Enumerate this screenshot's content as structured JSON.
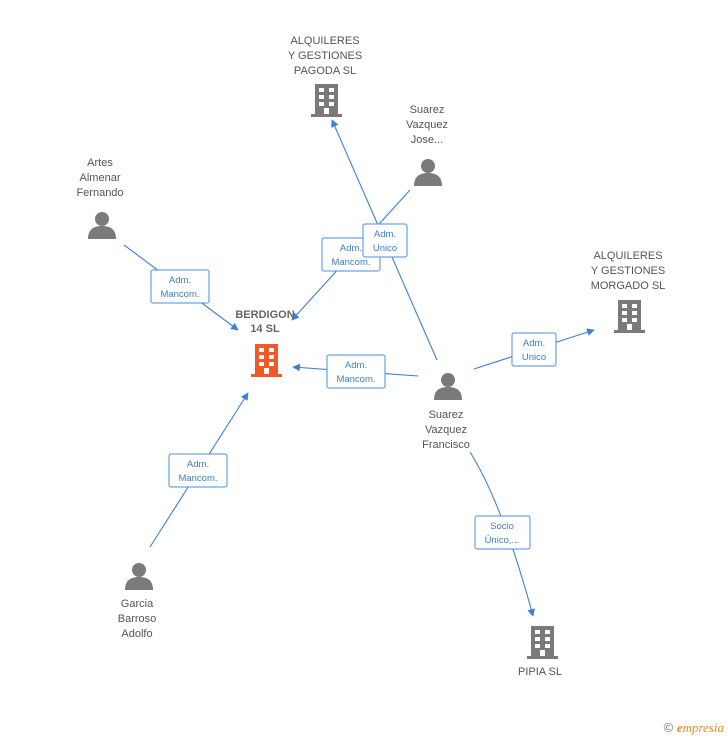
{
  "nodes": {
    "berdigon": {
      "lines": [
        "BERDIGON",
        "14 SL"
      ],
      "kind": "company",
      "color": "#f05a28"
    },
    "pagoda": {
      "lines": [
        "ALQUILERES",
        "Y GESTIONES",
        "PAGODA SL"
      ],
      "kind": "company",
      "color": "#7a7a7a"
    },
    "morgado": {
      "lines": [
        "ALQUILERES",
        "Y GESTIONES",
        "MORGADO SL"
      ],
      "kind": "company",
      "color": "#7a7a7a"
    },
    "pipia": {
      "lines": [
        "PIPIA SL"
      ],
      "kind": "company",
      "color": "#7a7a7a"
    },
    "suarez_jose": {
      "lines": [
        "Suarez",
        "Vazquez",
        "Jose..."
      ],
      "kind": "person",
      "color": "#7a7a7a"
    },
    "artes": {
      "lines": [
        "Artes",
        "Almenar",
        "Fernando"
      ],
      "kind": "person",
      "color": "#7a7a7a"
    },
    "suarez_francisco": {
      "lines": [
        "Suarez",
        "Vazquez",
        "Francisco"
      ],
      "kind": "person",
      "color": "#7a7a7a"
    },
    "garcia": {
      "lines": [
        "Garcia",
        "Barroso",
        "Adolfo"
      ],
      "kind": "person",
      "color": "#7a7a7a"
    }
  },
  "edges": [
    {
      "id": "artes-berdigon",
      "lines": [
        "Adm.",
        "Mancom."
      ]
    },
    {
      "id": "francisco-pagoda",
      "lines": [
        "Adm.",
        "Mancom."
      ]
    },
    {
      "id": "jose-berdigon",
      "lines": [
        "Adm.",
        "Unico"
      ]
    },
    {
      "id": "francisco-berdigon",
      "lines": [
        "Adm.",
        "Mancom."
      ]
    },
    {
      "id": "francisco-morgado",
      "lines": [
        "Adm.",
        "Unico"
      ]
    },
    {
      "id": "garcia-berdigon",
      "lines": [
        "Adm.",
        "Mancom."
      ]
    },
    {
      "id": "francisco-pipia",
      "lines": [
        "Socio",
        "Único,..."
      ]
    }
  ],
  "footer": {
    "copyright_symbol": "©",
    "brand_initial": "e",
    "brand_rest": "mpresia"
  },
  "colors": {
    "edge": "#3b80d8",
    "company": "#7a7a7a",
    "focus": "#f05a28"
  },
  "icons": {
    "company": "building-icon",
    "person": "person-icon"
  }
}
